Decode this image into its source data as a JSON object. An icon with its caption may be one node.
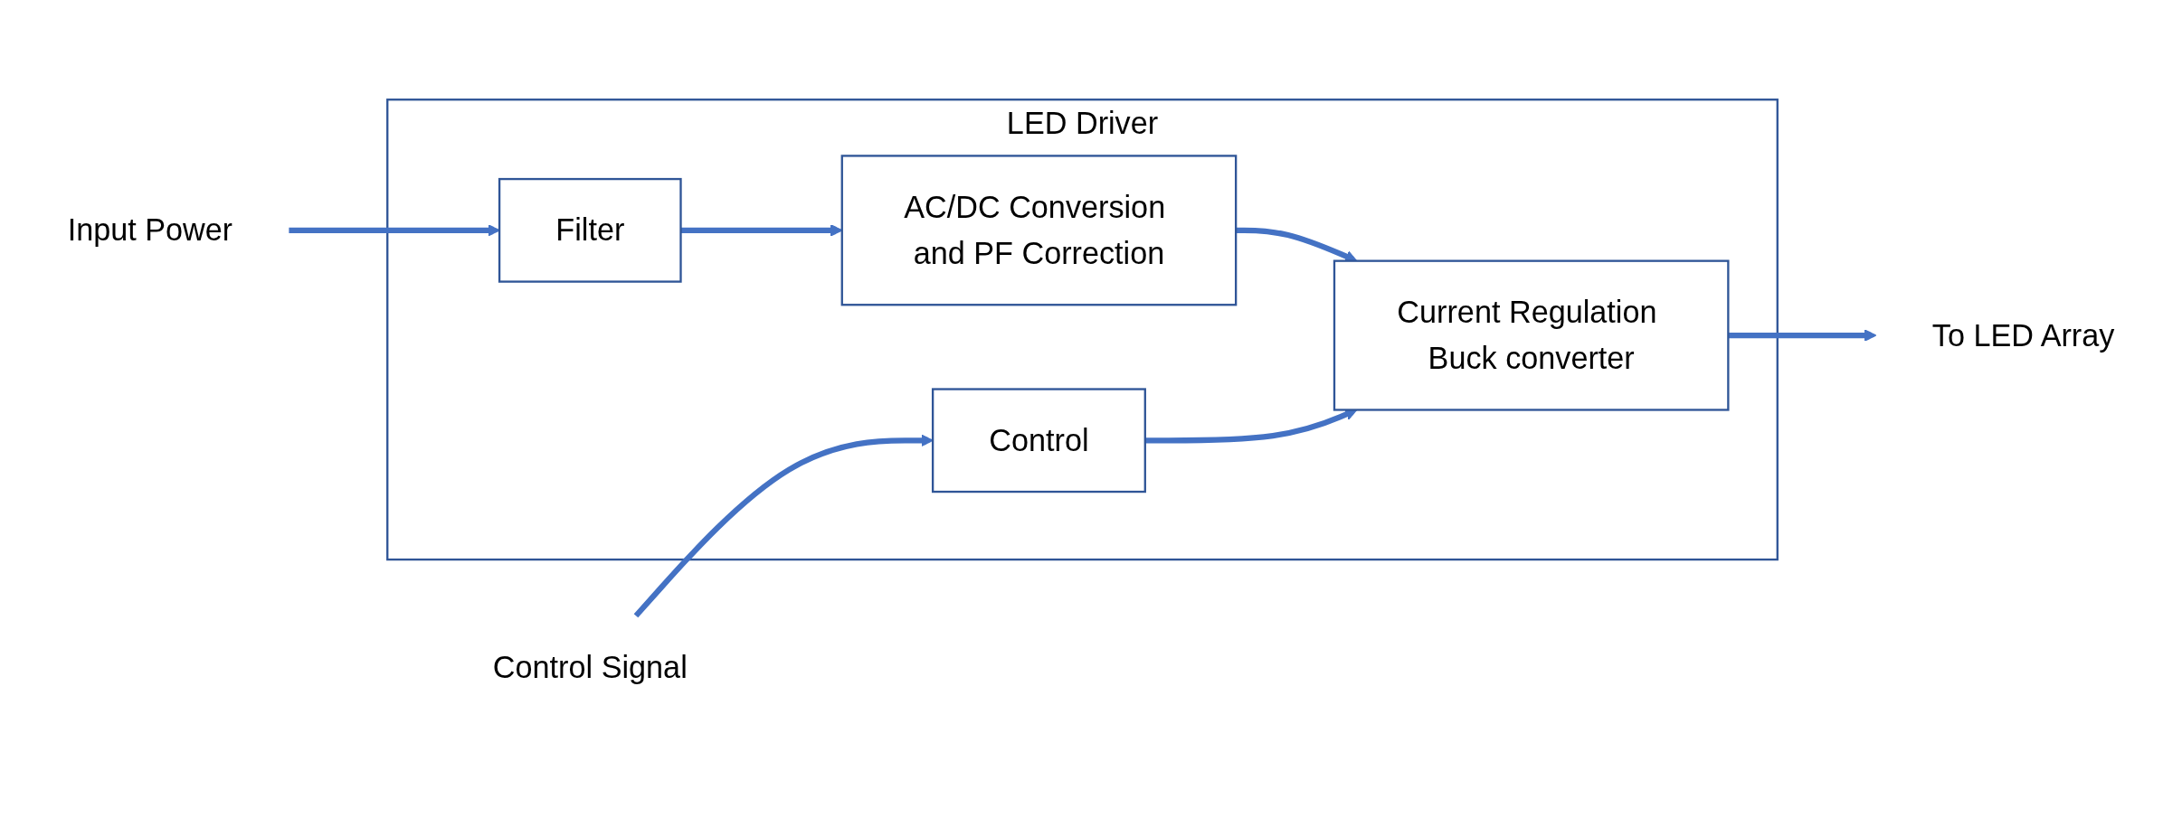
{
  "diagram": {
    "nodes": [
      {
        "text": [
          "Input Power"
        ]
      },
      {
        "text": [
          "LED Driver"
        ]
      },
      {
        "text": [
          "Filter"
        ],
        "in": 1
      },
      {
        "text": [
          "AC/DC Conversion and PF Correction"
        ],
        "in": 1
      },
      {
        "text": [
          "Current Regulation Buck converter"
        ],
        "in": 1
      },
      {
        "text": [
          "To LED Array"
        ]
      },
      {
        "text": [
          "Control Signal"
        ]
      },
      {
        "text": [
          "Control"
        ],
        "in": 1
      }
    ],
    "edges": [
      {
        "from": 0,
        "to": 2,
        "arrow": "to"
      },
      {
        "from": 2,
        "to": 3,
        "arrow": "to"
      },
      {
        "from": 3,
        "to": 4,
        "arrow": "to"
      },
      {
        "from": 4,
        "to": 5,
        "arrow": "to"
      },
      {
        "from": 6,
        "to": 7,
        "arrow": "to"
      },
      {
        "from": 7,
        "to": 4,
        "arrow": "to"
      }
    ]
  }
}
